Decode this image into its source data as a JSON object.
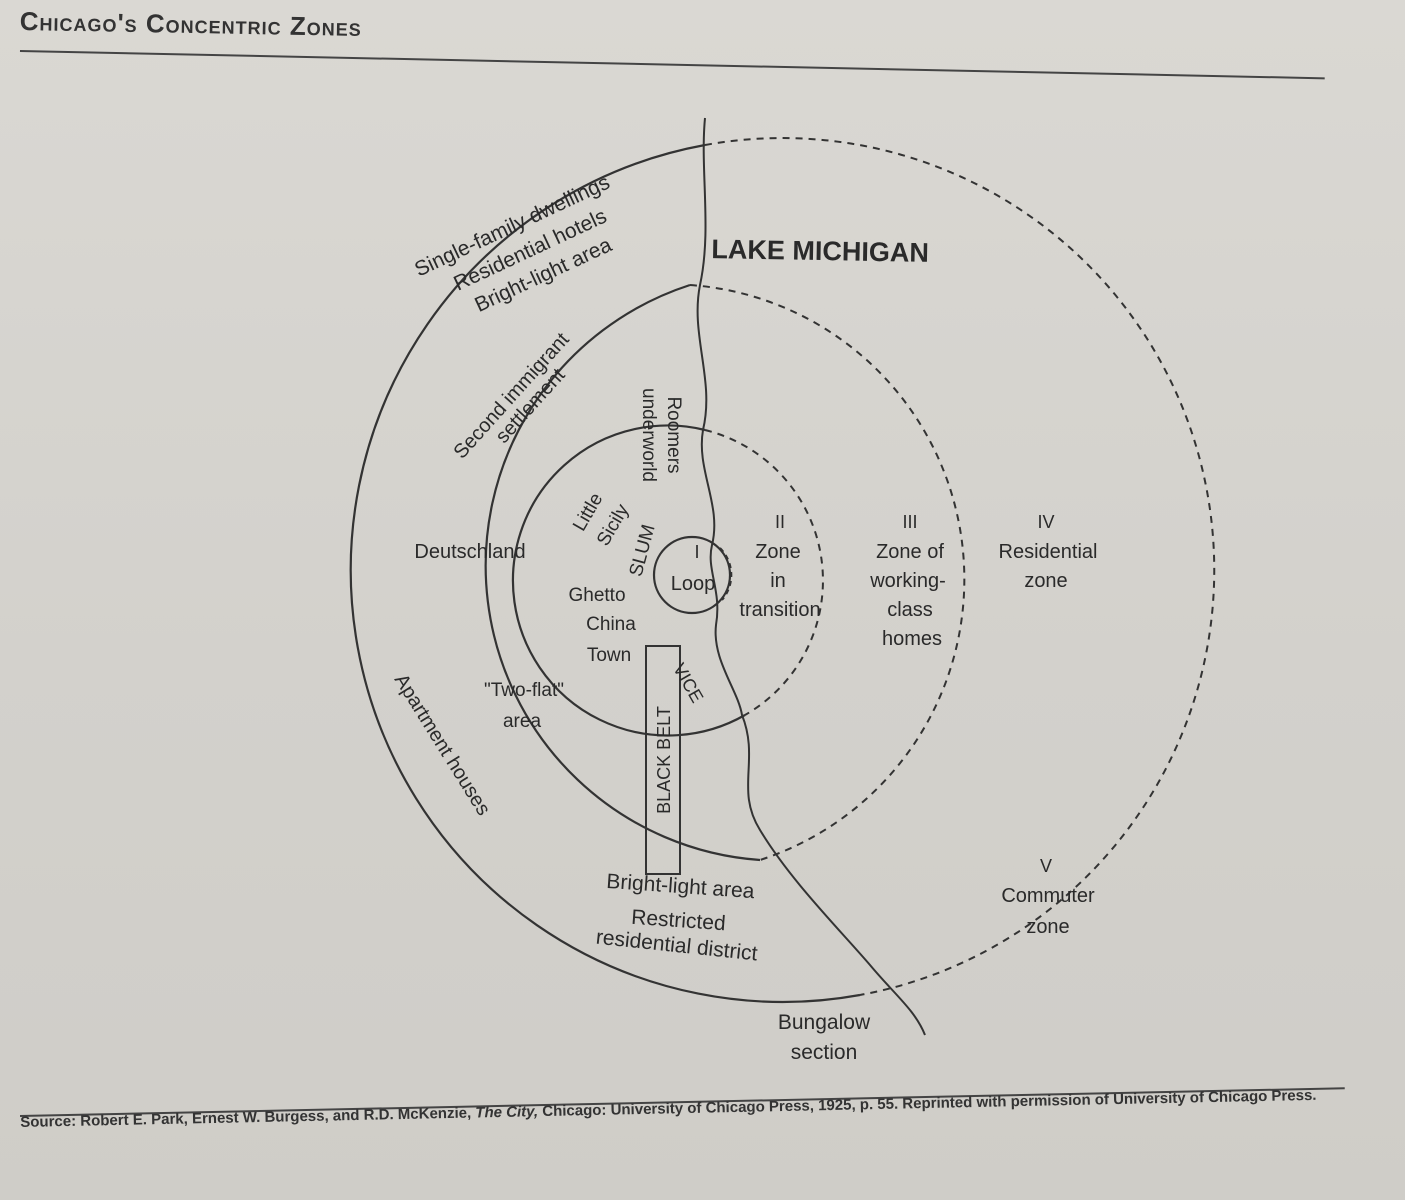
{
  "header": {
    "title": "Chicago's Concentric Zones"
  },
  "diagram": {
    "lake_label": "LAKE MICHIGAN",
    "zones": {
      "zone1": {
        "numeral": "I",
        "name": "Loop"
      },
      "zone2": {
        "numeral": "II",
        "line1": "Zone",
        "line2": "in",
        "line3": "transition"
      },
      "zone3": {
        "numeral": "III",
        "line1": "Zone of",
        "line2": "working-",
        "line3": "class",
        "line4": "homes"
      },
      "zone4": {
        "numeral": "IV",
        "line1": "Residential",
        "line2": "zone"
      },
      "zone5": {
        "numeral": "V",
        "line1": "Commuter",
        "line2": "zone"
      }
    },
    "areas": {
      "single_family_1": "Single-family dwellings",
      "single_family_2": "Residential hotels",
      "single_family_3": "Bright-light area",
      "second_immigrant_1": "Second immigrant",
      "second_immigrant_2": "settlement",
      "roomers_1": "Roomers",
      "roomers_2": "underworld",
      "little_sicily_1": "Little",
      "little_sicily_2": "Sicily",
      "slum": "SLUM",
      "deutschland": "Deutschland",
      "ghetto": "Ghetto",
      "china_1": "China",
      "china_2": "Town",
      "vice": "VICE",
      "black_belt": "BLACK BELT",
      "two_flat_1": "\"Two-flat\"",
      "two_flat_2": "area",
      "apartment_houses": "Apartment houses",
      "bright_light_1": "Bright-light area",
      "bright_light_2": "Restricted",
      "bright_light_3": "residential district",
      "bungalow_1": "Bungalow",
      "bungalow_2": "section"
    }
  },
  "footer": {
    "source_prefix": "Source: Robert E. Park, Ernest W. Burgess, and R.D. McKenzie, ",
    "source_title": "The City,",
    "source_suffix": " Chicago: University of Chicago Press, 1925, p. 55. Reprinted with permission of University of Chicago Press."
  }
}
